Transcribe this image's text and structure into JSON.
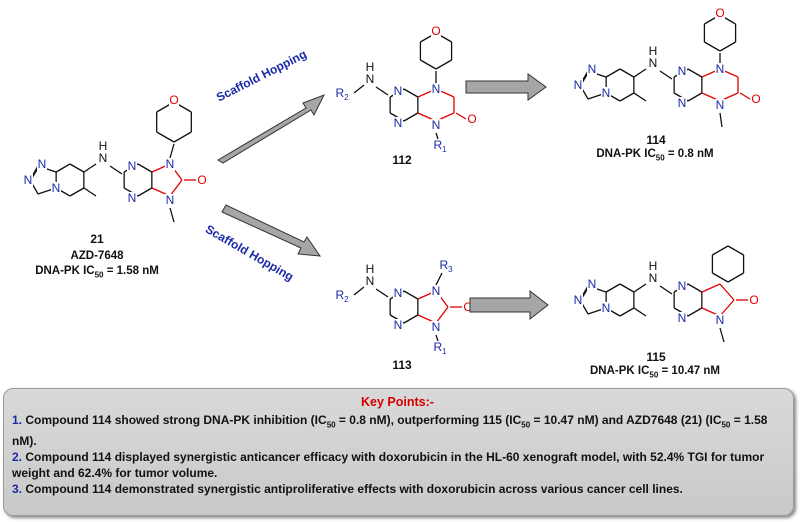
{
  "compound_21": {
    "number": "21",
    "name": "AZD-7648",
    "ic50_prefix": "DNA-PK IC",
    "ic50_sub": "50",
    "ic50_value": " = 1.58 nM"
  },
  "compound_112": {
    "number": "112"
  },
  "compound_113": {
    "number": "113"
  },
  "compound_114": {
    "number": "114",
    "ic50_prefix": "DNA-PK IC",
    "ic50_sub": "50",
    "ic50_value": " = 0.8 nM"
  },
  "compound_115": {
    "number": "115",
    "ic50_prefix": "DNA-PK IC",
    "ic50_sub": "50",
    "ic50_value": " =  10.47 nM"
  },
  "arrows": {
    "upper_label": "Scaffold Hopping",
    "lower_label": "Scaffold Hopping"
  },
  "atoms": {
    "N": "N",
    "H": "H",
    "O": "O",
    "R1": "R",
    "R2": "R",
    "R3": "R",
    "s1": "1",
    "s2": "2",
    "s3": "3"
  },
  "key_points": {
    "title": "Key Points:-",
    "items": [
      {
        "num": "1.",
        "parts": [
          " Compound 114 showed strong DNA-PK inhibition (IC",
          "50",
          " = 0.8 nM), outperforming 115 (IC",
          "50",
          " = 10.47 nM) and AZD7648 (21) (IC",
          "50",
          " = 1.58 nM)."
        ]
      },
      {
        "num": "2.",
        "parts": [
          " Compound 114 displayed synergistic anticancer efficacy with doxorubicin in the HL-60 xenograft model, with 52.4% TGI for tumor weight and 62.4% for tumor volume."
        ]
      },
      {
        "num": "3.",
        "parts": [
          " Compound 114 demonstrated synergistic antiproliferative effects with doxorubicin across various cancer cell lines."
        ]
      }
    ]
  },
  "colors": {
    "bond": "#111111",
    "red": "#e00000",
    "blue": "#1a2aa8",
    "arrow_fill": "#9a9a9a"
  }
}
